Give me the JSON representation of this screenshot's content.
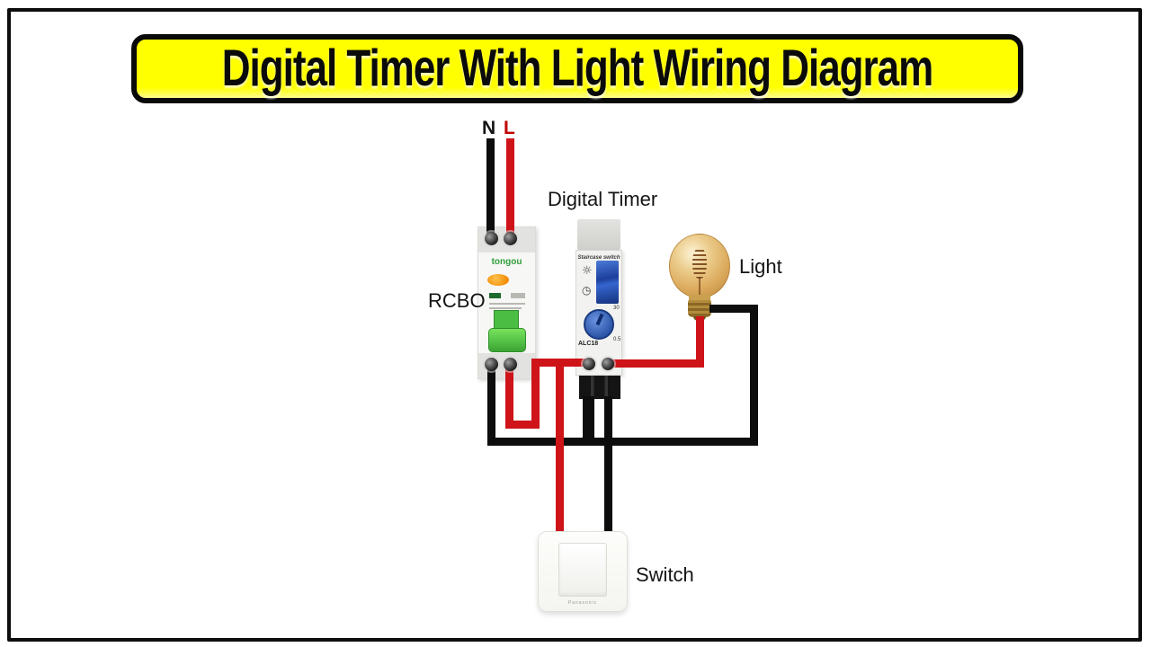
{
  "title": {
    "text": "Digital Timer With Light Wiring Diagram"
  },
  "supply": {
    "neutral_label": "N",
    "live_label": "L"
  },
  "components": {
    "rcbo": {
      "label": "RCBO",
      "brand": "tongou"
    },
    "timer": {
      "label": "Digital Timer",
      "device_text": "Staircase switch",
      "model": "ALC18",
      "dial_tick_max": "30",
      "dial_tick_min": "0.5"
    },
    "light": {
      "label": "Light"
    },
    "switch": {
      "label": "Switch",
      "brand": "Panasonic"
    }
  },
  "icons": {
    "bulb": "☼",
    "clock": "◷"
  },
  "colors": {
    "live_wire": "#ce1418",
    "neutral_wire": "#0d0d0d",
    "banner_background": "#ffff00",
    "rcbo_lever_green": "#54c247",
    "timer_blue": "#2b55a8",
    "bulb_glass": "#dcab5e"
  }
}
